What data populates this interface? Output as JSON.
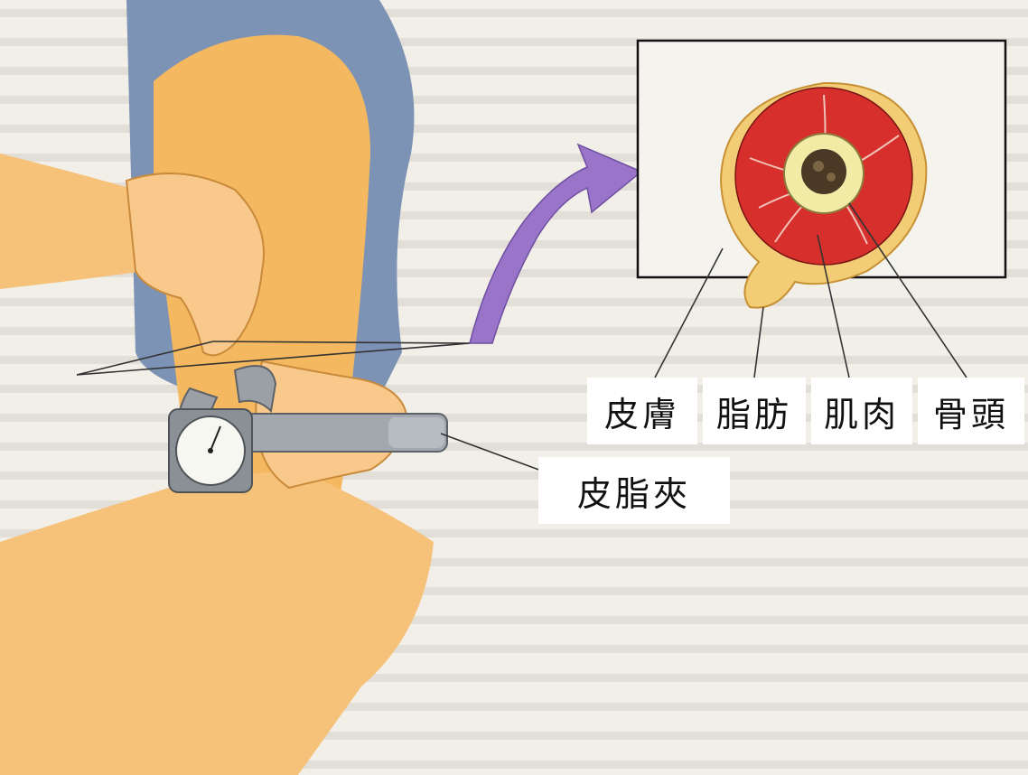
{
  "labels": {
    "skin": "皮膚",
    "fat": "脂肪",
    "muscle": "肌肉",
    "bone": "骨頭",
    "caliper": "皮脂夾"
  },
  "colors": {
    "arm": "#f3b860",
    "sleeve": "#7d93b5",
    "skin_layer": "#f3cd76",
    "muscle": "#d62f2c",
    "bone": "#f2eba6",
    "marrow": "#4a3a25",
    "arrow": "#9a74c8",
    "caliper": "#9aa0a6",
    "page": "#f2efe9"
  },
  "icons": {
    "pointer_arrow": "curved-arrow-icon",
    "caliper_dial": "dial-gauge-icon"
  }
}
